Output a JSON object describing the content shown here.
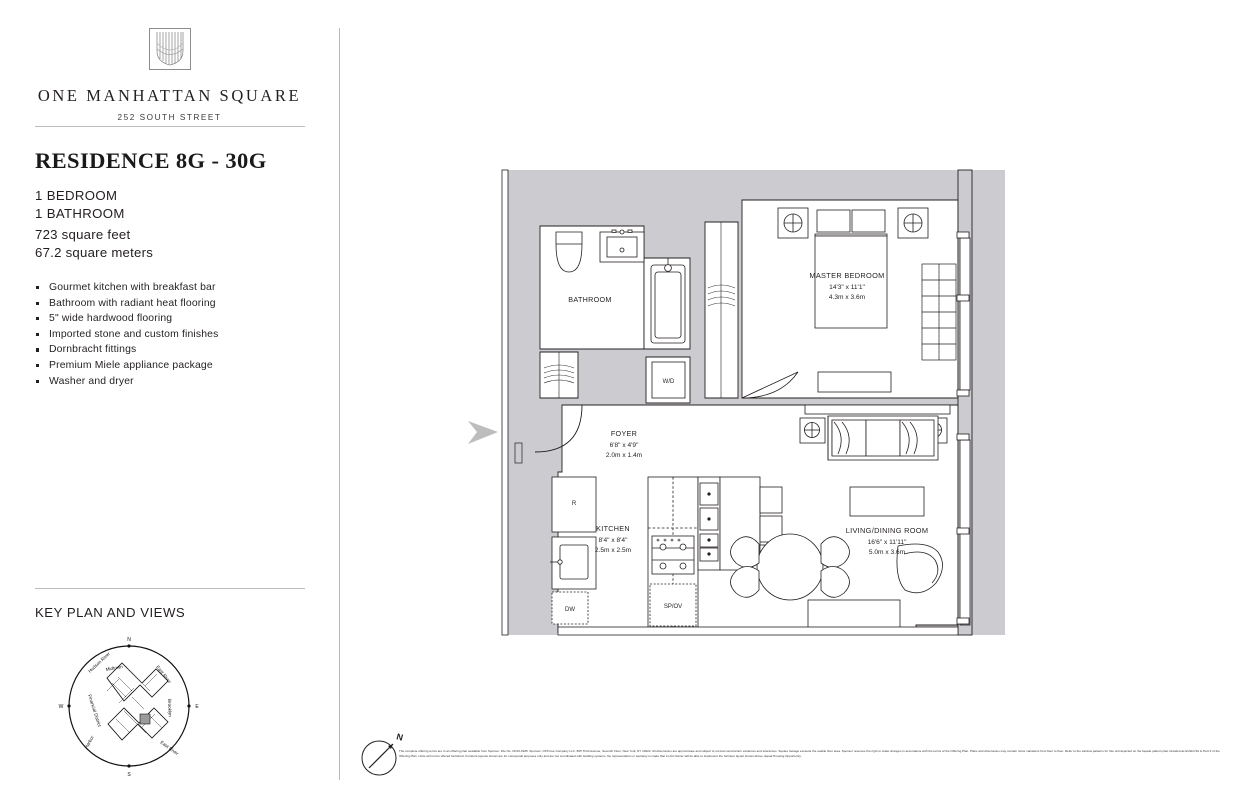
{
  "brand": {
    "logo_icon": "building-monogram-icon",
    "name": "ONE MANHATTAN SQUARE",
    "address": "252 SOUTH STREET"
  },
  "residence": {
    "title": "RESIDENCE 8G - 30G",
    "bedrooms": "1 BEDROOM",
    "bathrooms": "1 BATHROOM",
    "square_feet": "723 square feet",
    "square_meters": "67.2 square meters",
    "features": [
      "Gourmet kitchen with breakfast bar",
      "Bathroom with radiant heat flooring",
      "5\" wide hardwood flooring",
      "Imported stone and custom finishes",
      "Dornbracht fittings",
      "Premium Miele appliance package",
      "Washer and dryer"
    ]
  },
  "key_plan": {
    "title": "KEY PLAN AND VIEWS",
    "compass": {
      "n": "N",
      "s": "S",
      "e": "E",
      "w": "W"
    },
    "views": [
      "Hudson River",
      "Midtown",
      "East River",
      "Brooklyn",
      "East River",
      "Harbor",
      "Financial District"
    ]
  },
  "floor_plan": {
    "north_label": "N",
    "rooms": [
      {
        "name": "BATHROOM",
        "imperial": "",
        "metric": ""
      },
      {
        "name": "MASTER BEDROOM",
        "imperial": "14'3\" x 11'1\"",
        "metric": "4.3m x 3.6m"
      },
      {
        "name": "LIVING/DINING ROOM",
        "imperial": "16'6\" x 11'11\"",
        "metric": "5.0m x 3.6m"
      },
      {
        "name": "FOYER",
        "imperial": "6'8\" x 4'9\"",
        "metric": "2.0m x 1.4m"
      },
      {
        "name": "KITCHEN",
        "imperial": "8'4\" x 8'4\"",
        "metric": "2.5m x 2.5m"
      }
    ],
    "appliances": [
      {
        "label": "W/D",
        "meaning": "washer-dryer"
      },
      {
        "label": "R",
        "meaning": "refrigerator"
      },
      {
        "label": "DW",
        "meaning": "dishwasher"
      },
      {
        "label": "SP/OV",
        "meaning": "speed-oven"
      }
    ],
    "fill_color": "#ccccd0",
    "line_color": "#231f20"
  },
  "disclaimer": "The complete offering terms are in an offering plan available from Sponsor. File No. CD15-0185. Sponsor: CPS Fee Company LLC, 805 Third Avenue, Seventh Floor, New York, NY 10022.  All dimensions are approximate and subject to normal construction variances and tolerances. Square footage exceeds the usable floor area. Sponsor reserves the right to make changes in accordance with the terms of the Offering Plan. Plans and dimensions may contain minor variations from floor to floor. Refer to the window patterns for this unit depicted on the façade pattern plan included as Exhibit 5A in Part II of the Offering Plan. Units will not be offered furnished. Furniture layouts shown are for conceptual purposes only and are not coordinated with building systems.  No representation or warranty is made that a Unit Owner will be able to implement the furniture layout shown above. Equal Housing Opportunity."
}
